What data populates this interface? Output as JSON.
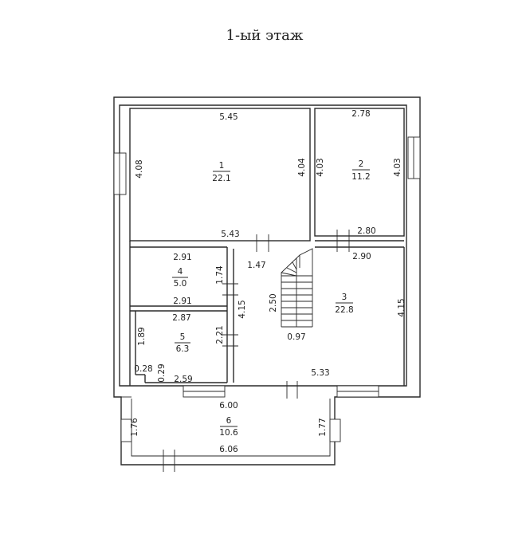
{
  "title": "1-ый этаж",
  "rooms": [
    {
      "id": "1",
      "number": "1",
      "area": "22.1",
      "dims": [
        "5.45",
        "4.08",
        "4.04",
        "5.43"
      ]
    },
    {
      "id": "2",
      "number": "2",
      "area": "11.2",
      "dims": [
        "2.78",
        "4.03",
        "4.03",
        "2.80"
      ]
    },
    {
      "id": "3",
      "number": "3",
      "area": "22.8",
      "dims": [
        "2.90",
        "1.47",
        "2.50",
        "4.15",
        "4.15",
        "0.97",
        "5.33"
      ]
    },
    {
      "id": "4",
      "number": "4",
      "area": "5.0",
      "dims": [
        "2.91",
        "1.74",
        "2.91"
      ]
    },
    {
      "id": "5",
      "number": "5",
      "area": "6.3",
      "dims": [
        "2.87",
        "1.89",
        "2.21",
        "0.28",
        "0.29",
        "2.59"
      ]
    },
    {
      "id": "6",
      "number": "6",
      "area": "10.6",
      "dims": [
        "6.00",
        "1.76",
        "1.77",
        "6.06"
      ]
    }
  ]
}
